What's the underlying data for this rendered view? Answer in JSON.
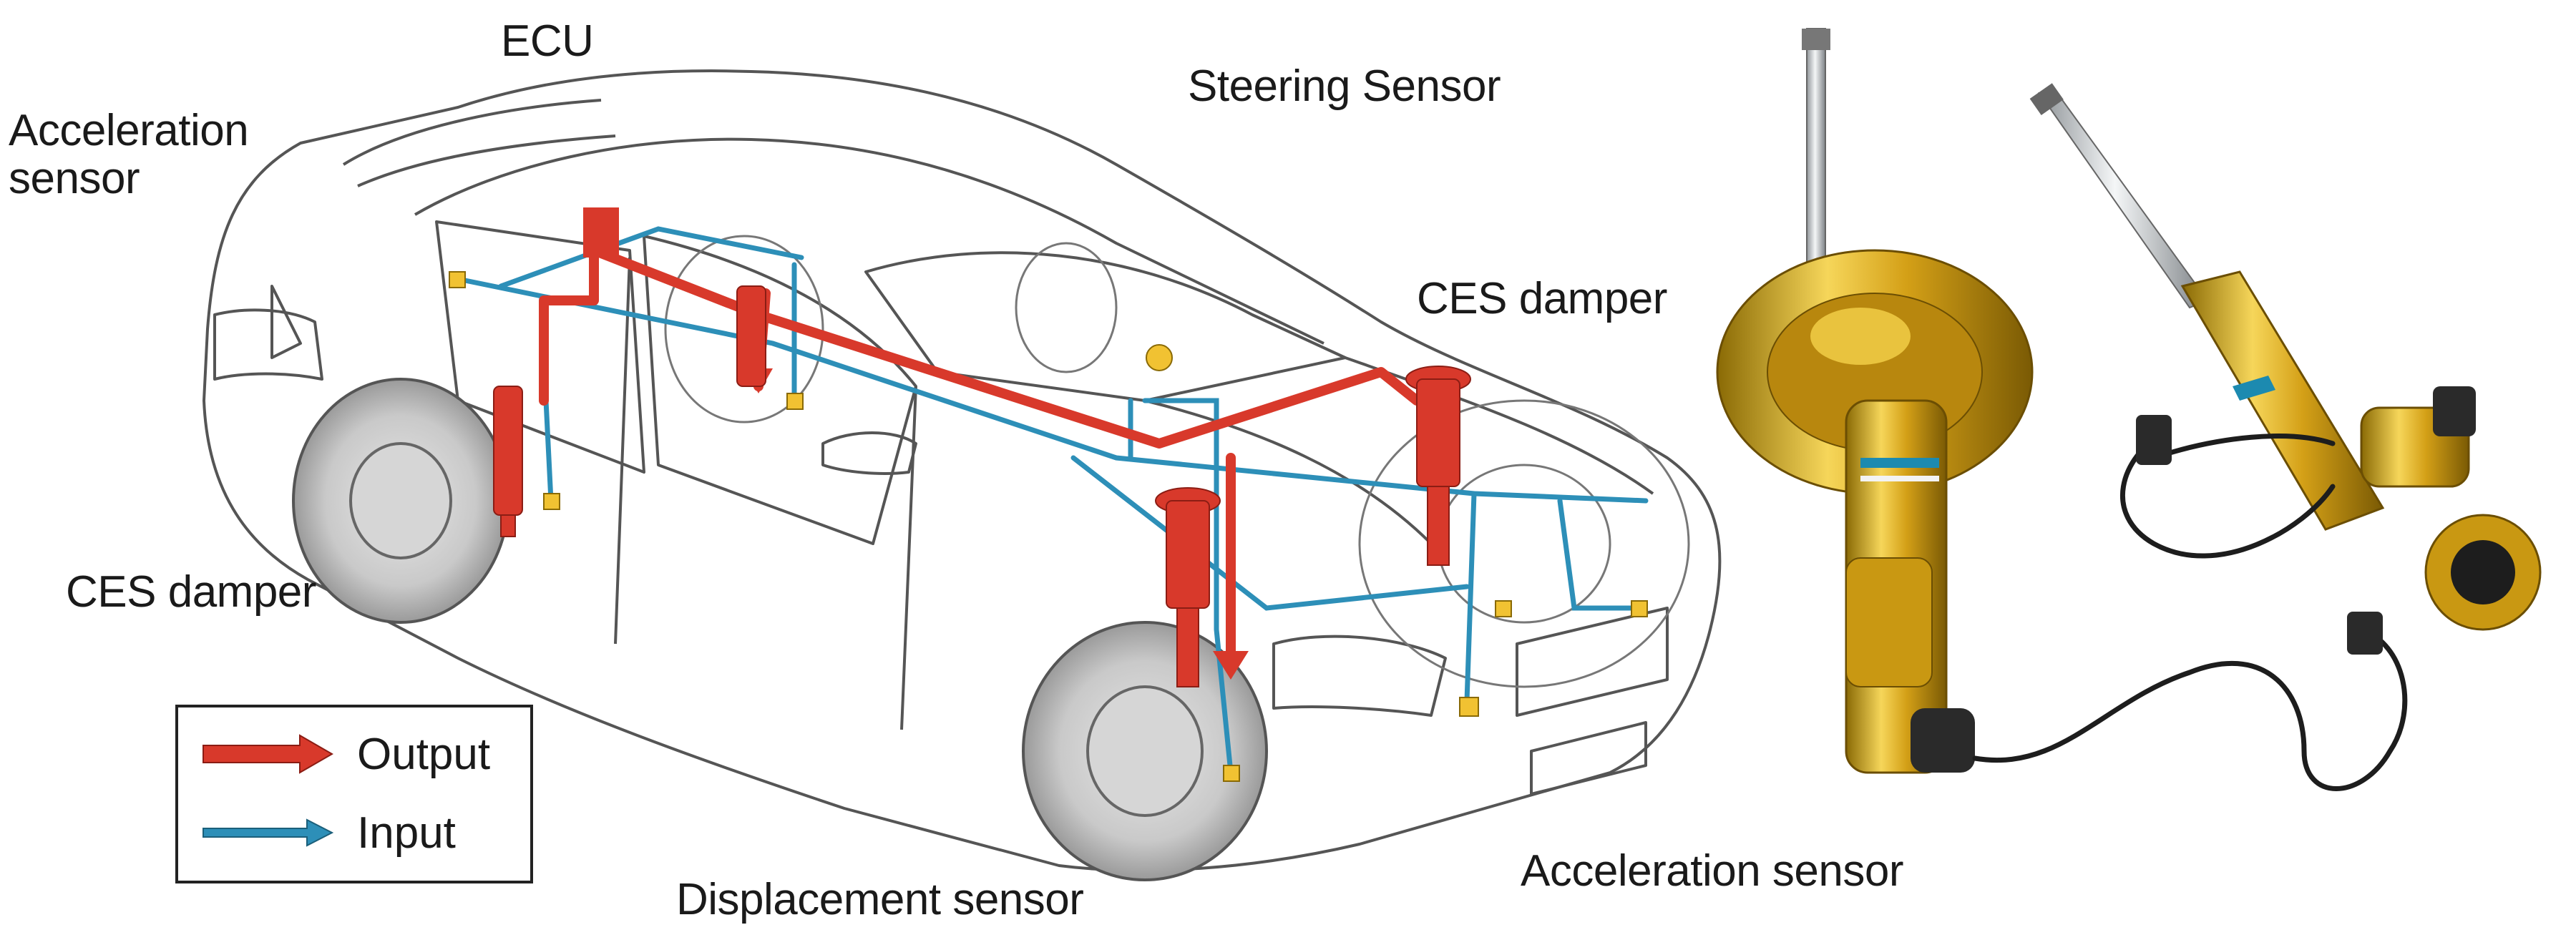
{
  "labels": {
    "ecu": "ECU",
    "steering_sensor": "Steering Sensor",
    "acceleration_sensor_rear": "Acceleration\nsensor",
    "ces_damper_front": "CES damper",
    "ces_damper_rear": "CES damper",
    "displacement_sensor": "Displacement sensor",
    "acceleration_sensor_front": "Acceleration sensor"
  },
  "legend": {
    "output_label": "Output",
    "input_label": "Input"
  },
  "colors": {
    "output": "#d8392b",
    "input": "#2d8fb8",
    "car_outline": "#555555",
    "damper_gold": "#d4a017",
    "sensor_yellow": "#f1c232"
  }
}
